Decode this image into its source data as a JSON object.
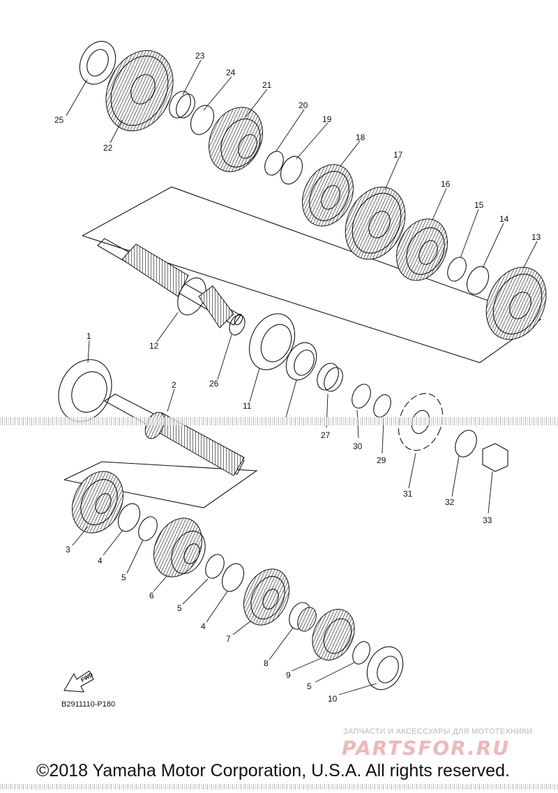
{
  "parts": [
    {
      "id": "p1",
      "label": "1"
    },
    {
      "id": "p2",
      "label": "2"
    },
    {
      "id": "p3",
      "label": "3"
    },
    {
      "id": "p4a",
      "label": "4"
    },
    {
      "id": "p4b",
      "label": "4"
    },
    {
      "id": "p5a",
      "label": "5"
    },
    {
      "id": "p5b",
      "label": "5"
    },
    {
      "id": "p5c",
      "label": "5"
    },
    {
      "id": "p6",
      "label": "6"
    },
    {
      "id": "p7",
      "label": "7"
    },
    {
      "id": "p8",
      "label": "8"
    },
    {
      "id": "p9",
      "label": "9"
    },
    {
      "id": "p10",
      "label": "10"
    },
    {
      "id": "p11",
      "label": "11"
    },
    {
      "id": "p12",
      "label": "12"
    },
    {
      "id": "p13",
      "label": "13"
    },
    {
      "id": "p14",
      "label": "14"
    },
    {
      "id": "p15",
      "label": "15"
    },
    {
      "id": "p16",
      "label": "16"
    },
    {
      "id": "p17",
      "label": "17"
    },
    {
      "id": "p18",
      "label": "18"
    },
    {
      "id": "p19",
      "label": "19"
    },
    {
      "id": "p20",
      "label": "20"
    },
    {
      "id": "p21",
      "label": "21"
    },
    {
      "id": "p22",
      "label": "22"
    },
    {
      "id": "p23",
      "label": "23"
    },
    {
      "id": "p24",
      "label": "24"
    },
    {
      "id": "p25",
      "label": "25"
    },
    {
      "id": "p26",
      "label": "26"
    },
    {
      "id": "p27",
      "label": "27"
    },
    {
      "id": "p29",
      "label": "29"
    },
    {
      "id": "p30",
      "label": "30"
    },
    {
      "id": "p31",
      "label": "31"
    },
    {
      "id": "p32",
      "label": "32"
    },
    {
      "id": "p33",
      "label": "33"
    }
  ],
  "fwd_label": "FWD",
  "diagram_code": "B2911110-P180",
  "watermark_top": "ЗАПЧАСТИ И АКСЕССУАРЫ ДЛЯ МОТОТЕХНИКИ",
  "watermark_logo": "PARTSFOR.RU",
  "copyright": "©2018 Yamaha Motor Corporation, U.S.A. All rights reserved."
}
